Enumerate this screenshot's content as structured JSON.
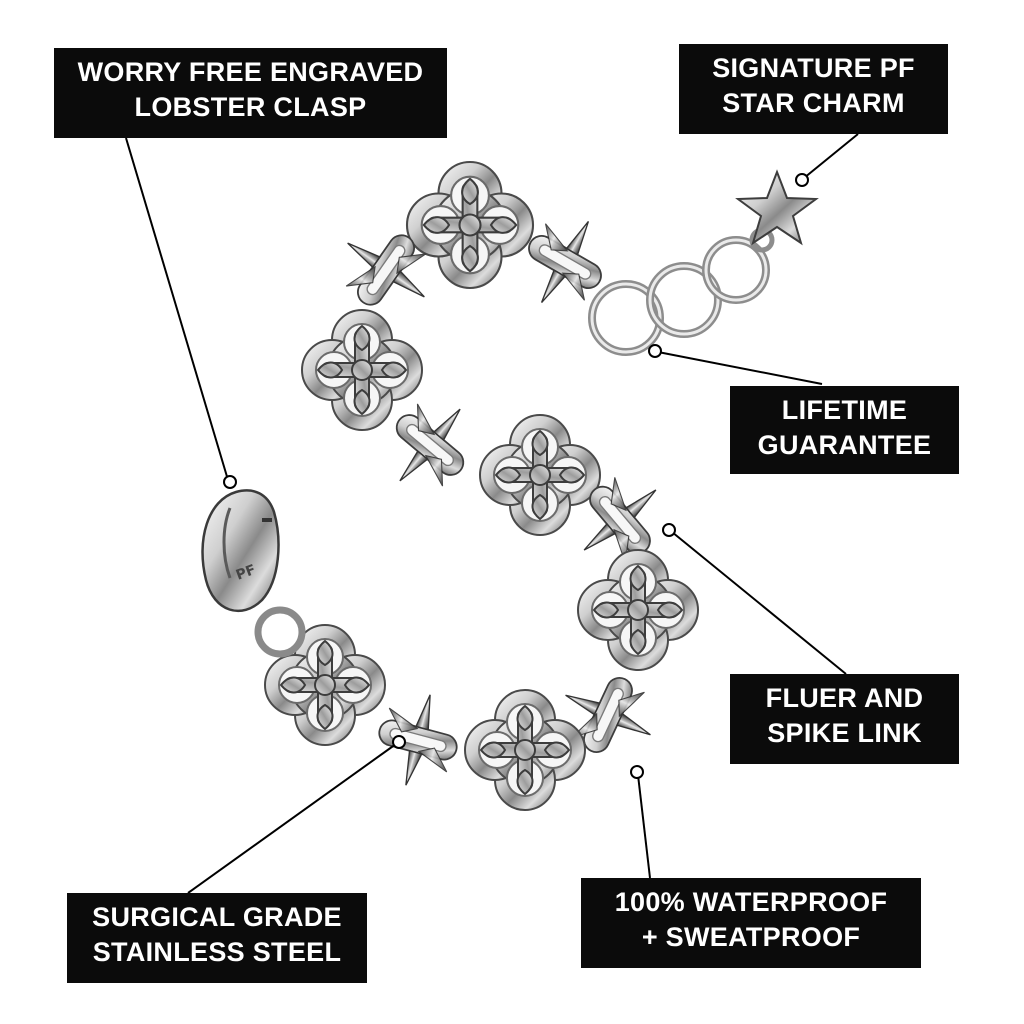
{
  "labels": {
    "clasp": {
      "line1": "WORRY FREE ENGRAVED",
      "line2": "LOBSTER CLASP"
    },
    "star": {
      "line1": "SIGNATURE PF",
      "line2": "STAR CHARM"
    },
    "lifetime": {
      "line1": "LIFETIME",
      "line2": "GUARANTEE"
    },
    "fleur": {
      "line1": "FLUER AND",
      "line2": "SPIKE LINK"
    },
    "waterproof": {
      "line1": "100% WATERPROOF",
      "line2": "+ SWEATPROOF"
    },
    "steel": {
      "line1": "SURGICAL GRADE",
      "line2": "STAINLESS STEEL"
    }
  },
  "product": {
    "name": "fleur-and-spike-link-bracelet",
    "engraving": "PF"
  },
  "colors": {
    "label_bg": "#0b0b0b",
    "label_text": "#ffffff",
    "background": "#ffffff",
    "steel_light": "#f4f4f4",
    "steel_mid": "#b9b9b9",
    "steel_dark": "#4d4d4d"
  }
}
